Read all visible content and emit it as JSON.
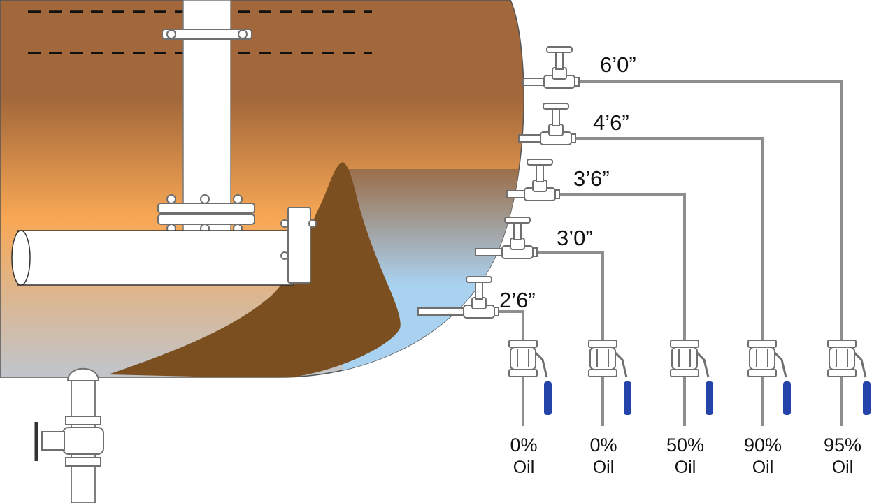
{
  "colors": {
    "tank_top": "#a2673a",
    "tank_mid": "#f8a855",
    "tank_bottom": "#bfc5cc",
    "water_top": "#9b6e49",
    "water_bottom": "#a9d1f0",
    "sludge": "#7b4f20",
    "handle_blue": "#2544a9",
    "pipe_gray": "#8e8e8e"
  },
  "sample_cocks": [
    {
      "level": "6’0”",
      "result_pct": "95%",
      "result_label": "Oil"
    },
    {
      "level": "4’6”",
      "result_pct": "90%",
      "result_label": "Oil"
    },
    {
      "level": "3’6”",
      "result_pct": "50%",
      "result_label": "Oil"
    },
    {
      "level": "3’0”",
      "result_pct": "0%",
      "result_label": "Oil"
    },
    {
      "level": "2’6”",
      "result_pct": "0%",
      "result_label": "Oil"
    }
  ]
}
